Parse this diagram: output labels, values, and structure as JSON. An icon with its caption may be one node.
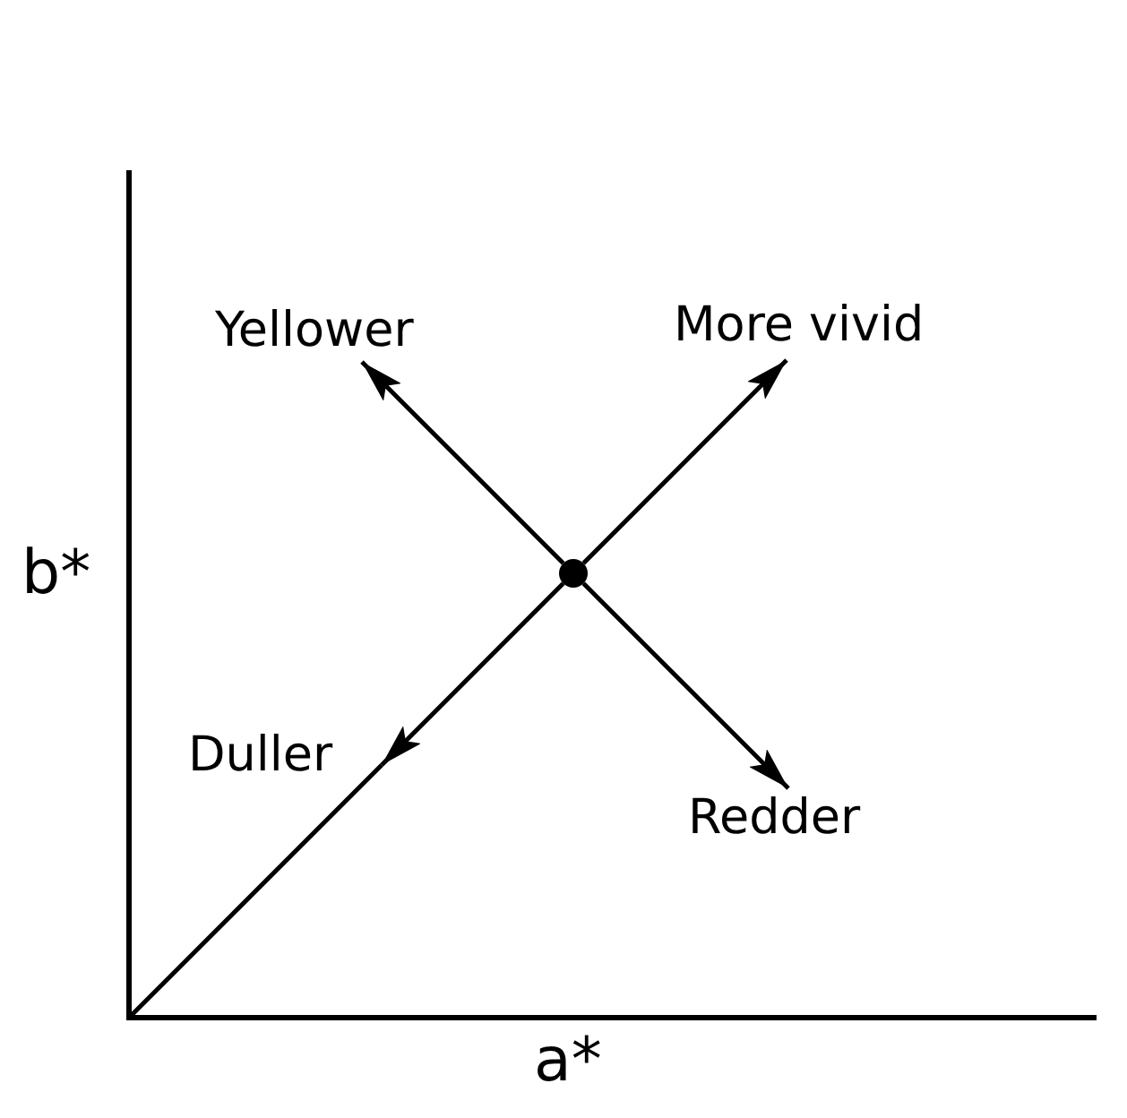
{
  "diagram": {
    "nodes": [
      {
        "text": [],
        "shape": "circle"
      },
      {
        "text": [
          "Yellower"
        ]
      },
      {
        "text": [
          "More vivid"
        ]
      },
      {
        "text": [
          "Duller"
        ]
      },
      {
        "text": [
          "Redder"
        ]
      }
    ],
    "edges": [
      {
        "from": 0,
        "to": 1,
        "arrow": "to"
      },
      {
        "from": 0,
        "to": 2,
        "arrow": "to"
      },
      {
        "from": 0,
        "to": 3,
        "arrow": "to"
      },
      {
        "from": 0,
        "to": 4,
        "arrow": "to"
      }
    ],
    "labels": [
      "b*",
      "a*"
    ]
  }
}
